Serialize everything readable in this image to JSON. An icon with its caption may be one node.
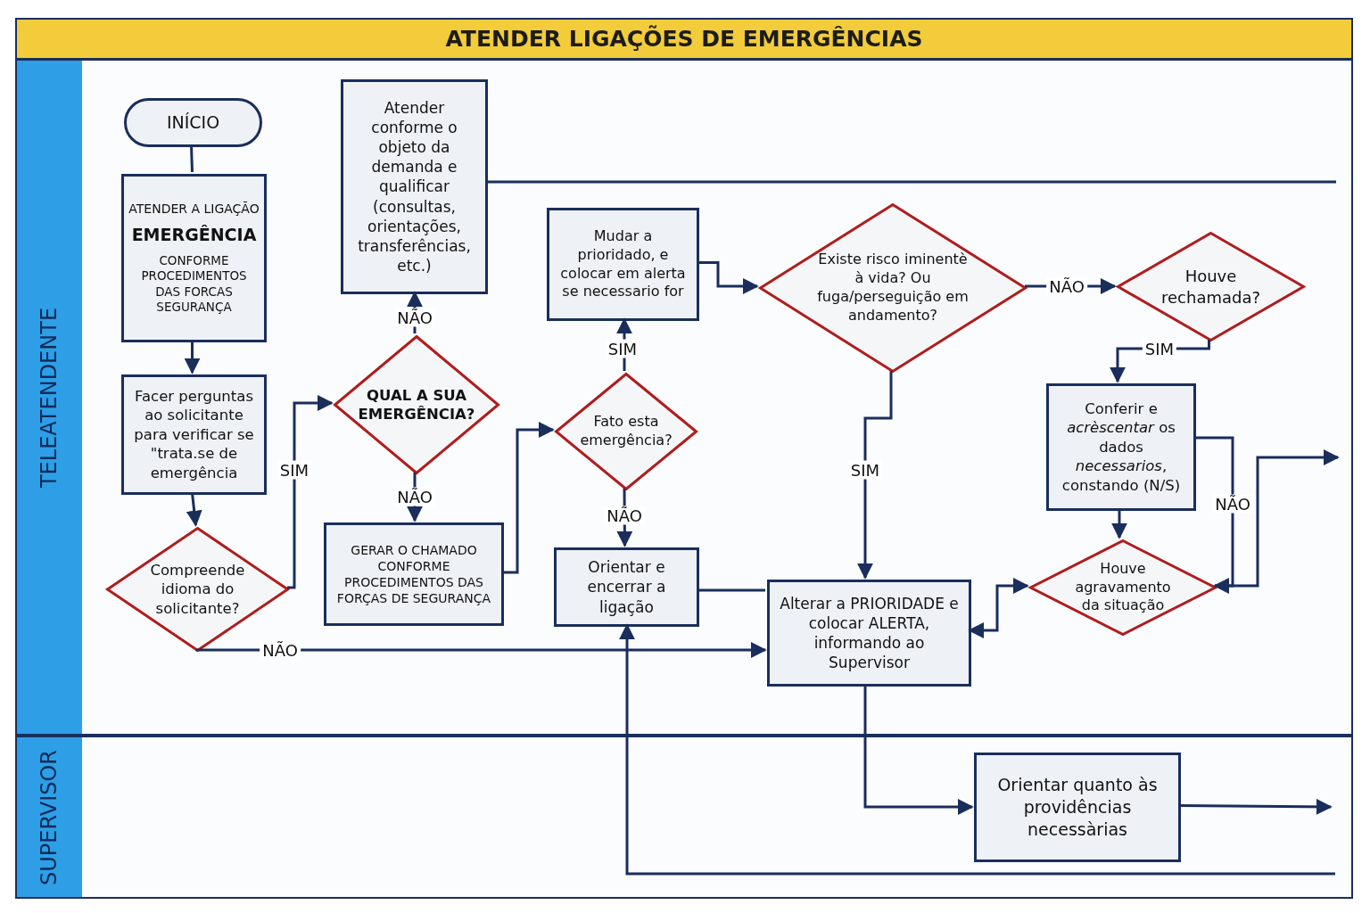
{
  "diagram": {
    "title": "ATENDER LIGAÇÕES DE EMERGÊNCIAS",
    "nodes": [
      {
        "text": [
          "TELEATENDENTE"
        ]
      },
      {
        "text": [
          "SUPERVISOR"
        ]
      },
      {
        "text": [
          "INÍCIO"
        ],
        "in": 0
      },
      {
        "text": [
          "ATENDER A LIGAÇÃO",
          "EMERGÊNCIA",
          "CONFORME PROCEDIMENTOS DAS FORCAS SEGURANÇA"
        ],
        "in": 0
      },
      {
        "text": [
          "Facer perguntas ao solicitante para verificar se \"trata.se de emergência"
        ],
        "in": 0
      },
      {
        "text": [
          "Compreende idioma do solicitante?"
        ],
        "in": 0
      },
      {
        "text": [
          "Atender conforme o objeto da demanda e qualificar (consultas, orientações, transferências, etc.)"
        ],
        "in": 0
      },
      {
        "text": [
          "QUAL A SUA EMERGÊNCIA?"
        ],
        "in": 0
      },
      {
        "text": [
          "GERAR O CHAMADO CONFORME PROCEDIMENTOS DAS FORÇAS DE SEGURANÇA"
        ],
        "in": 0
      },
      {
        "text": [
          "Mudar a prioridado, e colocar em alerta se necessario for"
        ],
        "in": 0
      },
      {
        "text": [
          "Fato esta emergência?"
        ],
        "in": 0
      },
      {
        "text": [
          "Orientar e encerrar a ligação"
        ],
        "in": 0
      },
      {
        "text": [
          "Existe risco iminentè à vida? Ou fuga/perseguição em andamento?"
        ],
        "in": 0
      },
      {
        "text": [
          "Houve rechamada?"
        ],
        "in": 0
      },
      {
        "text": [
          "Conferir e *acrèscentar* os dados *necessarios*, constando (N/S)"
        ],
        "in": 0
      },
      {
        "text": [
          "Alterar a PRIORIDADE e colocar ALERTA, informando ao Supervisor"
        ],
        "in": 0
      },
      {
        "text": [
          "Houve agravamento da situação"
        ],
        "in": 0
      },
      {
        "text": [
          "Orientar quanto às providências necessàrias"
        ],
        "in": 1
      }
    ],
    "edges": [
      {
        "from": 2,
        "to": 3,
        "arrow": "none"
      },
      {
        "from": 3,
        "to": 4,
        "arrow": "to"
      },
      {
        "from": 4,
        "to": 5,
        "arrow": "to"
      },
      {
        "from": 5,
        "to": 7,
        "arrow": "to",
        "label": "SIM"
      },
      {
        "from": 5,
        "to": 15,
        "arrow": "to",
        "label": "NÃO"
      },
      {
        "from": 7,
        "to": 6,
        "arrow": "to",
        "label": "NÃO"
      },
      {
        "from": 7,
        "to": 8,
        "arrow": "to",
        "label": "NÃO"
      },
      {
        "from": 8,
        "to": 10,
        "arrow": "to"
      },
      {
        "from": 10,
        "to": 9,
        "arrow": "to",
        "label": "SIM"
      },
      {
        "from": 10,
        "to": 11,
        "arrow": "to",
        "label": "NÃO"
      },
      {
        "from": 9,
        "to": 12,
        "arrow": "to"
      },
      {
        "from": 12,
        "to": 13,
        "arrow": "to",
        "label": "NÃO"
      },
      {
        "from": 12,
        "to": 15,
        "arrow": "to",
        "label": "SIM"
      },
      {
        "from": 13,
        "to": 14,
        "arrow": "to",
        "label": "SIM"
      },
      {
        "from": 14,
        "to": 16,
        "arrow": "to"
      },
      {
        "from": 14,
        "to": 16,
        "arrow": "to",
        "label": "NÃO"
      },
      {
        "from": 16,
        "to": null,
        "arrow": "to"
      },
      {
        "from": 16,
        "to": 15,
        "arrow": "both"
      },
      {
        "from": 6,
        "to": null,
        "arrow": "none"
      },
      {
        "from": 11,
        "to": 15,
        "arrow": "none"
      },
      {
        "from": 15,
        "to": 17,
        "arrow": "to"
      },
      {
        "from": 17,
        "to": null,
        "arrow": "to"
      },
      {
        "from": null,
        "to": 11,
        "arrow": "to"
      }
    ]
  }
}
